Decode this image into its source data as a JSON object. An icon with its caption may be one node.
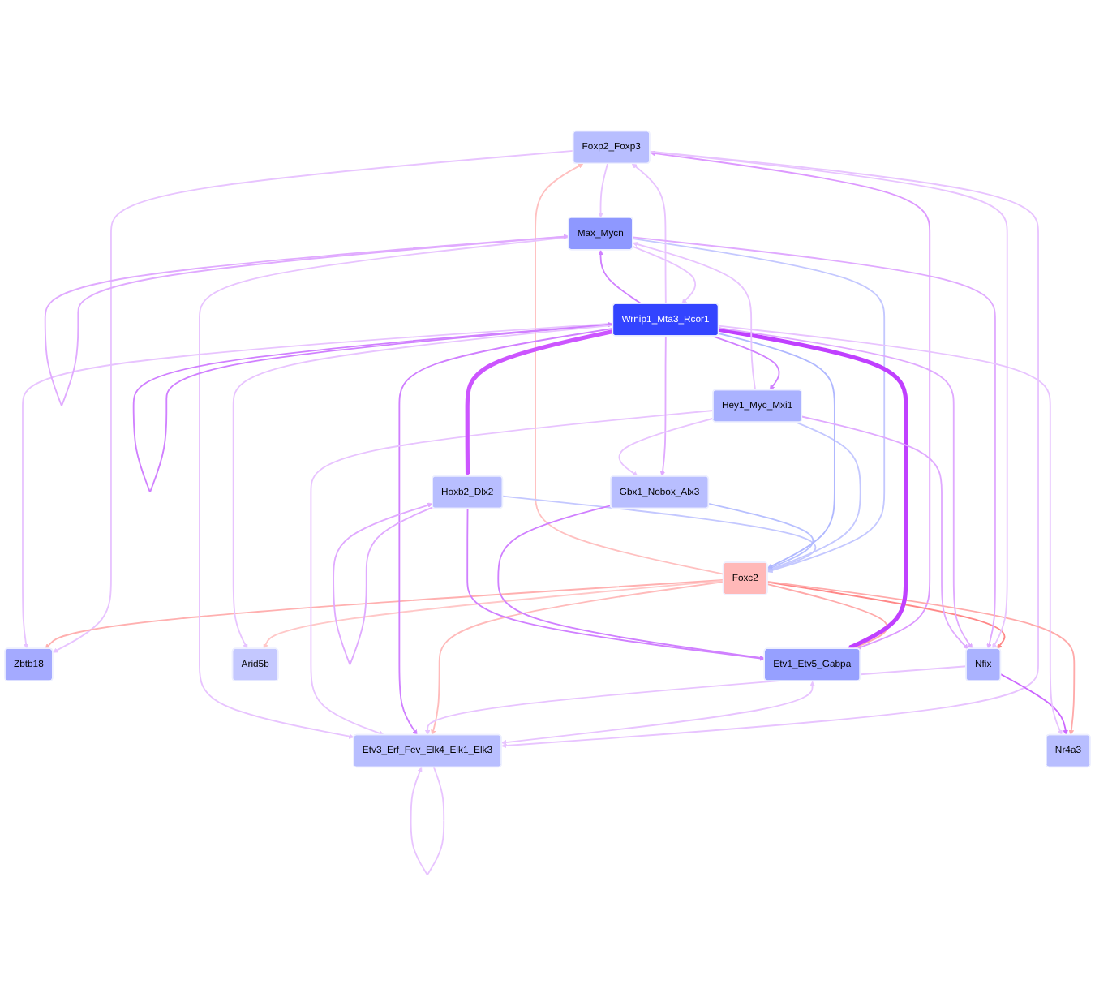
{
  "diagram": {
    "nodes": [
      {
        "text": [
          "Foxp2_Foxp3"
        ]
      },
      {
        "text": [
          "Zbtb18"
        ]
      },
      {
        "text": [
          "Etv1_Etv5_Gabpa"
        ]
      },
      {
        "text": [
          "Etv3_Erf_Fev_Elk4_Elk1_Elk3"
        ]
      },
      {
        "text": [
          "Arid5b"
        ]
      },
      {
        "text": [
          "Nr4a3"
        ]
      },
      {
        "text": [
          "Foxc2"
        ]
      },
      {
        "text": [
          "Nfix"
        ]
      },
      {
        "text": [
          "Max_Mycn"
        ]
      },
      {
        "text": [
          "Wrnip1_Mta3_Rcor1"
        ]
      },
      {
        "text": [
          "Hoxb2_Dlx2"
        ]
      },
      {
        "text": [
          "Gbx1_Nobox_Alx3"
        ]
      },
      {
        "text": [
          "Hey1_Myc_Mxi1"
        ]
      }
    ],
    "edges": [
      {
        "from": 0,
        "to": 1,
        "arrow": "to"
      },
      {
        "from": 0,
        "to": 3,
        "arrow": "to"
      },
      {
        "from": 0,
        "to": 2,
        "arrow": "both",
        "color": "#dd99ff"
      },
      {
        "from": 2,
        "to": 3,
        "arrow": "both"
      },
      {
        "from": 3,
        "to": 3,
        "arrow": "to"
      },
      {
        "from": 6,
        "to": 0,
        "arrow": "to",
        "color": "#ffc0c0"
      },
      {
        "from": 6,
        "to": 1,
        "arrow": "to",
        "color": "#ffb0b0"
      },
      {
        "from": 6,
        "to": 2,
        "arrow": "to",
        "color": "#ffaaaa"
      },
      {
        "from": 6,
        "to": 3,
        "arrow": "to",
        "color": "#ffbbbb"
      },
      {
        "from": 6,
        "to": 4,
        "arrow": "to",
        "color": "#ffc8c8"
      },
      {
        "from": 6,
        "to": 7,
        "arrow": "to",
        "color": "#ff8888"
      },
      {
        "from": 6,
        "to": 5,
        "arrow": "to",
        "color": "#ffaaaa"
      },
      {
        "from": 8,
        "to": 6,
        "arrow": "to",
        "color": "#c4c8ff"
      },
      {
        "from": 10,
        "to": 6,
        "arrow": "to",
        "color": "#c4c8ff"
      },
      {
        "from": 12,
        "to": 6,
        "arrow": "to",
        "color": "#c4c8ff"
      },
      {
        "from": 11,
        "to": 6,
        "arrow": "to",
        "color": "#b8c0ff"
      },
      {
        "from": 9,
        "to": 6,
        "arrow": "to",
        "color": "#b0b8ff"
      },
      {
        "from": 9,
        "to": 2,
        "arrow": "to",
        "style": "thick",
        "color": "#c040ff"
      },
      {
        "from": 11,
        "to": 2,
        "arrow": "to",
        "color": "#d080ff"
      },
      {
        "from": 10,
        "to": 2,
        "arrow": "to",
        "color": "#d080ff"
      },
      {
        "from": 7,
        "to": 5,
        "arrow": "to",
        "color": "#cc66ff"
      },
      {
        "from": 7,
        "to": 3,
        "arrow": "to"
      },
      {
        "from": 0,
        "to": 7,
        "arrow": "to"
      },
      {
        "from": 9,
        "to": 0,
        "arrow": "to"
      },
      {
        "from": 0,
        "to": 8,
        "arrow": "to"
      },
      {
        "from": 9,
        "to": 1,
        "arrow": "to"
      },
      {
        "from": 9,
        "to": 3,
        "arrow": "to",
        "color": "#d080ff"
      },
      {
        "from": 12,
        "to": 3,
        "arrow": "to"
      },
      {
        "from": 8,
        "to": 3,
        "arrow": "to"
      },
      {
        "from": 8,
        "to": 7,
        "arrow": "to",
        "color": "#e0aaff"
      },
      {
        "from": 8,
        "to": 8,
        "arrow": "to",
        "color": "#e0aaff"
      },
      {
        "from": 9,
        "to": 8,
        "arrow": "to",
        "color": "#d080ff"
      },
      {
        "from": 8,
        "to": 9,
        "arrow": "to"
      },
      {
        "from": 9,
        "to": 5,
        "arrow": "to"
      },
      {
        "from": 12,
        "to": 8,
        "arrow": "to"
      },
      {
        "from": 9,
        "to": 7,
        "arrow": "to",
        "color": "#e0aaff"
      },
      {
        "from": 9,
        "to": 9,
        "arrow": "to",
        "color": "#d080ff"
      },
      {
        "from": 9,
        "to": 10,
        "arrow": "to",
        "style": "thick",
        "color": "#cc55ff"
      },
      {
        "from": 9,
        "to": 11,
        "arrow": "to",
        "color": "#e0aaff"
      },
      {
        "from": 9,
        "to": 12,
        "arrow": "to",
        "color": "#d080ff"
      },
      {
        "from": 12,
        "to": 11,
        "arrow": "to"
      },
      {
        "from": 12,
        "to": 7,
        "arrow": "to",
        "color": "#e0aaff"
      },
      {
        "from": 9,
        "to": 4,
        "arrow": "to"
      },
      {
        "from": 10,
        "to": 10,
        "arrow": "to",
        "color": "#e0aaff"
      }
    ]
  }
}
